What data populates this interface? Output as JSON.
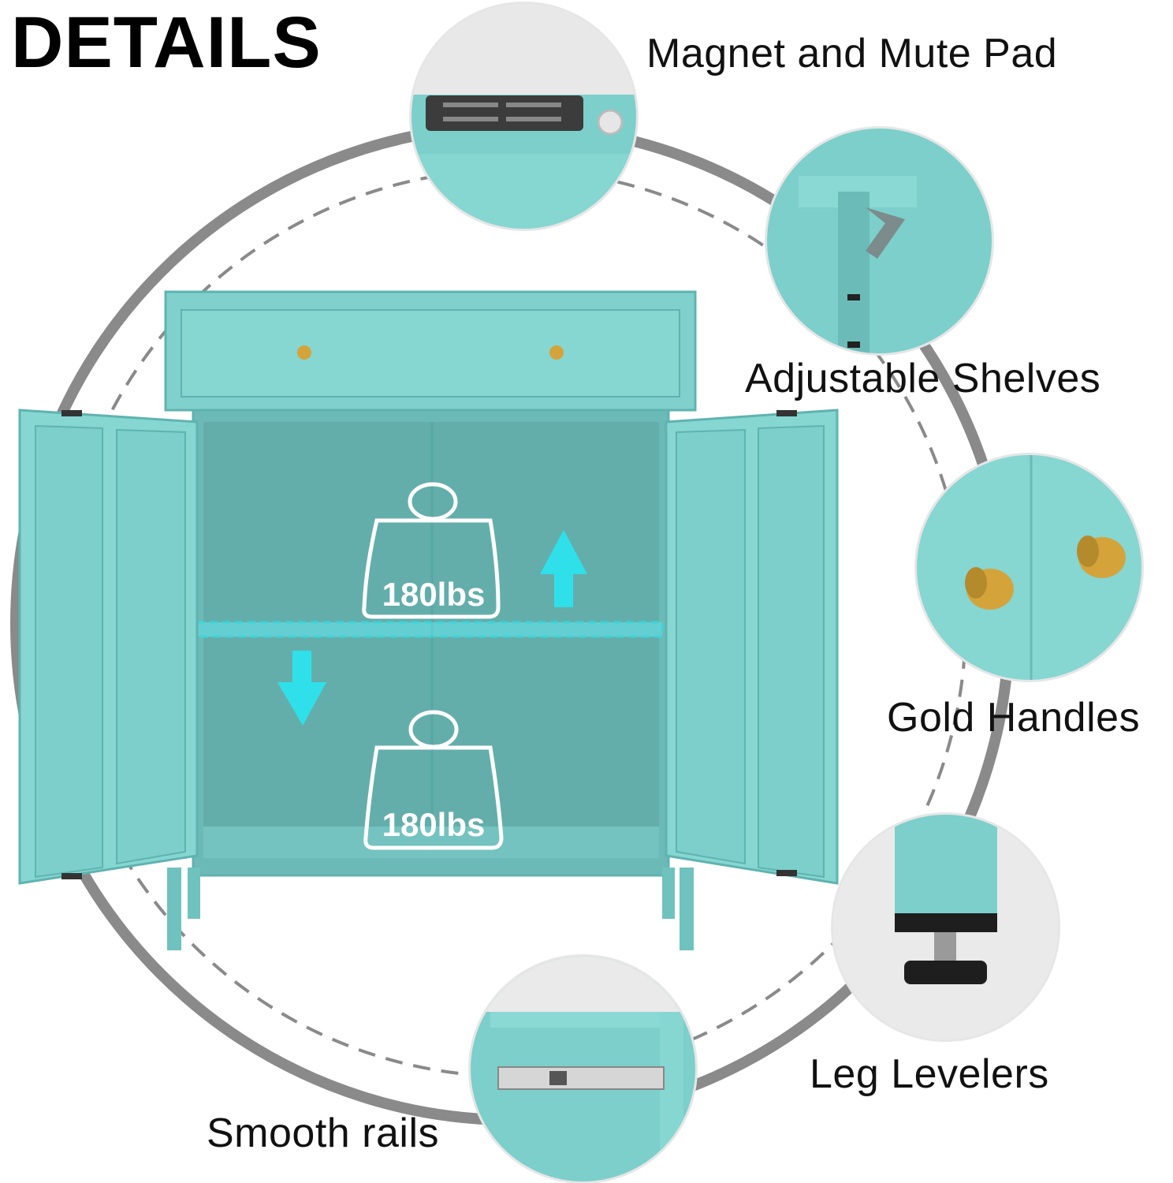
{
  "title": "DETAILS",
  "features": {
    "magnet": {
      "label": "Magnet and Mute Pad",
      "icon": "magnet-pad-icon"
    },
    "shelves": {
      "label": "Adjustable Shelves",
      "icon": "shelf-clip-icon"
    },
    "handles": {
      "label": "Gold Handles",
      "icon": "gold-knob-icon"
    },
    "levelers": {
      "label": "Leg Levelers",
      "icon": "leg-leveler-icon"
    },
    "rails": {
      "label": "Smooth rails",
      "icon": "drawer-rail-icon"
    }
  },
  "capacity": {
    "upper": "180lbs",
    "lower": "180lbs"
  },
  "colors": {
    "cabinet": "#7ccfcb",
    "cabinet_dark": "#5fb3b0",
    "accent_arrow": "#2fe0ea",
    "handle_gold": "#d4a43b"
  }
}
